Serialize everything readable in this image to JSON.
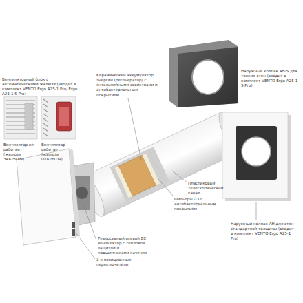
{
  "diagram": {
    "labels": [
      "Вентиляторный блок с автоматическими жалюзи (входит в комплект VENTO Ergo A25-1 Pro/ Ergo A25-1 S Pro)",
      "Вентилятор не работает (жалюзи ЗАКРЫТЫ)",
      "Вентилятор работает (жалюзи ОТКРЫТЫ)",
      "Керамический аккумулятор энергии (регенератор) с энтальпийными свойствами и антибактериальным покрытием",
      "Наружный колпак AH-S для тонких стен (входит в комплект VENTO Ergo A25-1 S Pro)",
      "Пластиковый телескопический канал",
      "Фильтры G3 с антибактериальным покрытием",
      "Наружный колпак AH для стен стандартной толщины (входит в комплект VENTO Ergo A25-1 Pro)",
      "Реверсивный осевой EC вентилятор с тепловой защитой и подшипниками качения",
      "3-х позиционные переключатели"
    ]
  }
}
